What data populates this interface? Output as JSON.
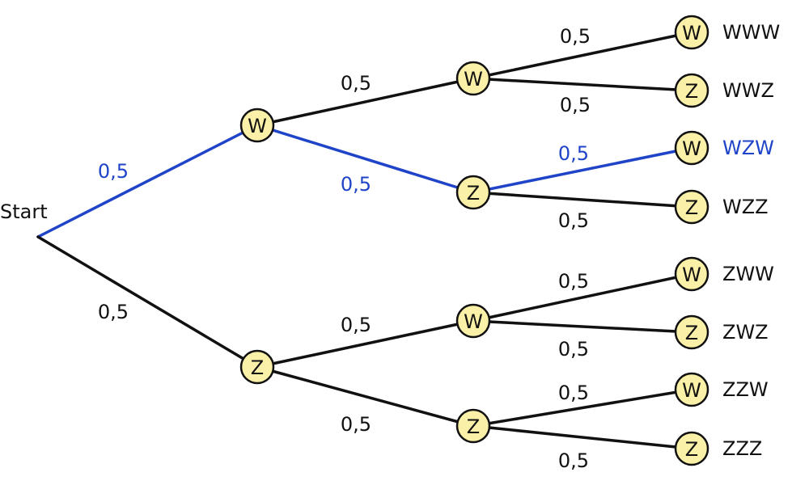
{
  "start_label": "Start",
  "colors": {
    "default": "#111111",
    "highlight": "#1f44c8",
    "node_fill": "#fbf0a8"
  },
  "nodes": {
    "L1": [
      {
        "id": "w",
        "label": "W"
      },
      {
        "id": "z",
        "label": "Z"
      }
    ],
    "L2": [
      {
        "id": "ww",
        "label": "W"
      },
      {
        "id": "wz",
        "label": "Z"
      },
      {
        "id": "zw",
        "label": "W"
      },
      {
        "id": "zz",
        "label": "Z"
      }
    ],
    "L3": [
      {
        "id": "www",
        "label": "W",
        "outcome": "WWW"
      },
      {
        "id": "wwz",
        "label": "Z",
        "outcome": "WWZ"
      },
      {
        "id": "wzw",
        "label": "W",
        "outcome": "WZW"
      },
      {
        "id": "wzz",
        "label": "Z",
        "outcome": "WZZ"
      },
      {
        "id": "zww",
        "label": "W",
        "outcome": "ZWW"
      },
      {
        "id": "zwz",
        "label": "Z",
        "outcome": "ZWZ"
      },
      {
        "id": "zzw",
        "label": "W",
        "outcome": "ZZW"
      },
      {
        "id": "zzz",
        "label": "Z",
        "outcome": "ZZZ"
      }
    ]
  },
  "edges": [
    {
      "from": "start",
      "to": "w",
      "prob": "0,5"
    },
    {
      "from": "start",
      "to": "z",
      "prob": "0,5"
    },
    {
      "from": "w",
      "to": "ww",
      "prob": "0,5"
    },
    {
      "from": "w",
      "to": "wz",
      "prob": "0,5"
    },
    {
      "from": "z",
      "to": "zw",
      "prob": "0,5"
    },
    {
      "from": "z",
      "to": "zz",
      "prob": "0,5"
    },
    {
      "from": "ww",
      "to": "www",
      "prob": "0,5"
    },
    {
      "from": "ww",
      "to": "wwz",
      "prob": "0,5"
    },
    {
      "from": "wz",
      "to": "wzw",
      "prob": "0,5"
    },
    {
      "from": "wz",
      "to": "wzz",
      "prob": "0,5"
    },
    {
      "from": "zw",
      "to": "zww",
      "prob": "0,5"
    },
    {
      "from": "zw",
      "to": "zwz",
      "prob": "0,5"
    },
    {
      "from": "zz",
      "to": "zzw",
      "prob": "0,5"
    },
    {
      "from": "zz",
      "to": "zzz",
      "prob": "0,5"
    }
  ],
  "highlighted_path": [
    "start",
    "w",
    "wz",
    "wzw"
  ]
}
